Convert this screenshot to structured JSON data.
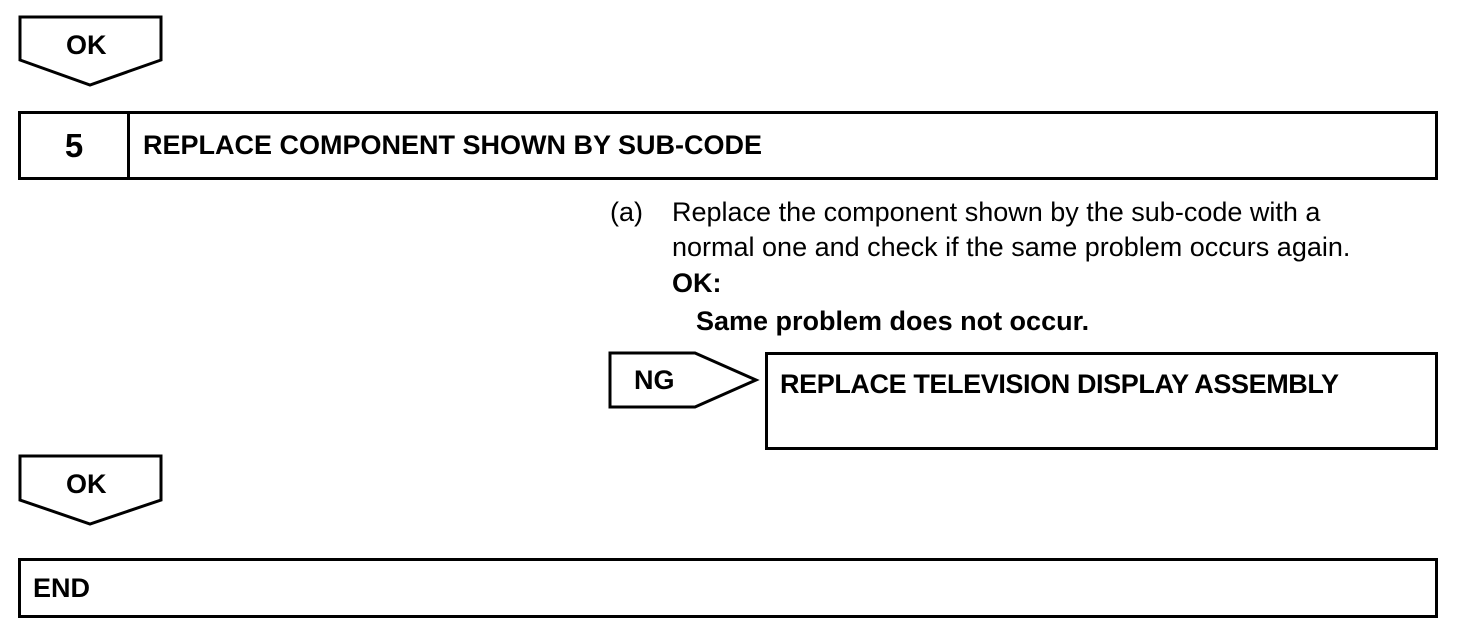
{
  "top_arrow": {
    "label": "OK"
  },
  "step": {
    "number": "5",
    "title": "REPLACE COMPONENT SHOWN BY SUB-CODE"
  },
  "instruction": {
    "marker": "(a)",
    "line1": "Replace the component shown by the sub-code with a",
    "line2": "normal one and check if the same problem occurs again.",
    "ok_label": "OK:",
    "ok_result": "Same problem does not occur."
  },
  "ng_branch": {
    "label": "NG",
    "action": "REPLACE TELEVISION DISPLAY ASSEMBLY"
  },
  "bottom_arrow": {
    "label": "OK"
  },
  "end_box": {
    "label": "END"
  }
}
